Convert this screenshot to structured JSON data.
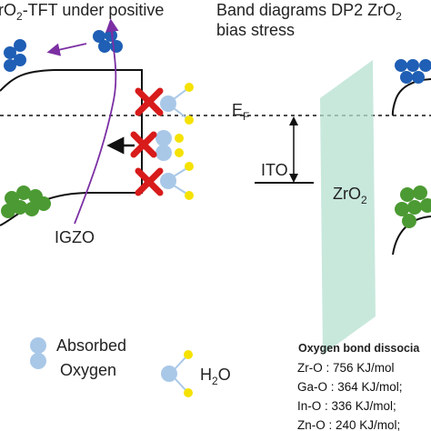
{
  "left_panel": {
    "title_main": "rO",
    "title_sub": "2",
    "title_rest": "-TFT under positive",
    "semiconductor_label": "IGZO"
  },
  "right_panel": {
    "title_line1_main": "Band diagrams DP2 ZrO",
    "title_line1_sub": "2",
    "title_line2": "bias stress",
    "fermi_main": "E",
    "fermi_sub": "F",
    "ito_label": "ITO",
    "oxide_main": "ZrO",
    "oxide_sub": "2"
  },
  "legend": {
    "absorbed_line1": "Absorbed",
    "absorbed_line2": "Oxygen",
    "water_main": "H",
    "water_sub": "2",
    "water_rest": "O"
  },
  "bonds": {
    "title": "Oxygen bond dissocia",
    "rows": [
      "Zr-O : 756 KJ/mol",
      "Ga-O : 364 KJ/mol;",
      "In-O : 336 KJ/mol;",
      "Zn-O : 240 KJ/mol;"
    ]
  },
  "colors": {
    "blue_particle": "#1f5fb5",
    "green_particle": "#4c9a33",
    "oxygen": "#a9c8e8",
    "hydrogen": "#f5e200",
    "blocked_mark": "#d81b1b",
    "trajectory": "#7b2fa3",
    "oxide_layer": "#b5e0d0"
  }
}
